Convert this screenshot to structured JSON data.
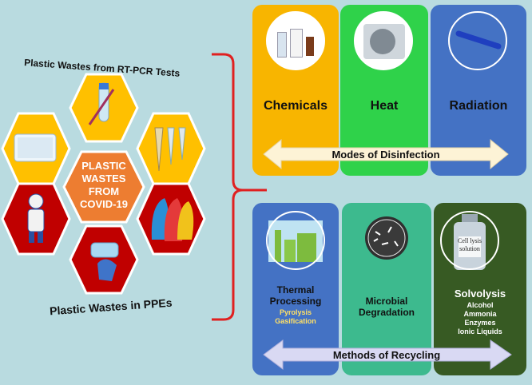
{
  "left": {
    "top_label": "Plastic Wastes from RT-PCR Tests",
    "bottom_label": "Plastic Wastes in PPEs",
    "center_lines": [
      "PLASTIC",
      "WASTES",
      "FROM",
      "COVID-19"
    ]
  },
  "disinfection": {
    "cards": [
      {
        "label": "Chemicals",
        "color": "#f8b500"
      },
      {
        "label": "Heat",
        "color": "#2fd24a"
      },
      {
        "label": "Radiation",
        "color": "#4472c4"
      }
    ],
    "arrow_label": "Modes of Disinfection"
  },
  "recycling": {
    "cards": [
      {
        "label_lines": [
          "Thermal",
          "Processing"
        ],
        "sub": [
          "Pyrolysis",
          "Gasification"
        ],
        "color": "#4472c4"
      },
      {
        "label_lines": [
          "Microbial",
          "Degradation"
        ],
        "sub": [],
        "color": "#3dba8e"
      },
      {
        "label_lines": [
          "Solvolysis"
        ],
        "sub": [
          "Alcohol",
          "Ammonia",
          "Enzymes",
          "Ionic Liquids"
        ],
        "color": "#375a23"
      }
    ],
    "bottle_text": [
      "Cell lysis",
      "solution"
    ],
    "arrow_label": "Methods of Recycling"
  },
  "colors": {
    "background": "#b9dbe0",
    "hex_yellow": "#ffc000",
    "hex_red": "#c00000",
    "hex_center": "#ed7d31",
    "bracket": "#e02020",
    "arrow_fill": "#fdf3d6"
  }
}
